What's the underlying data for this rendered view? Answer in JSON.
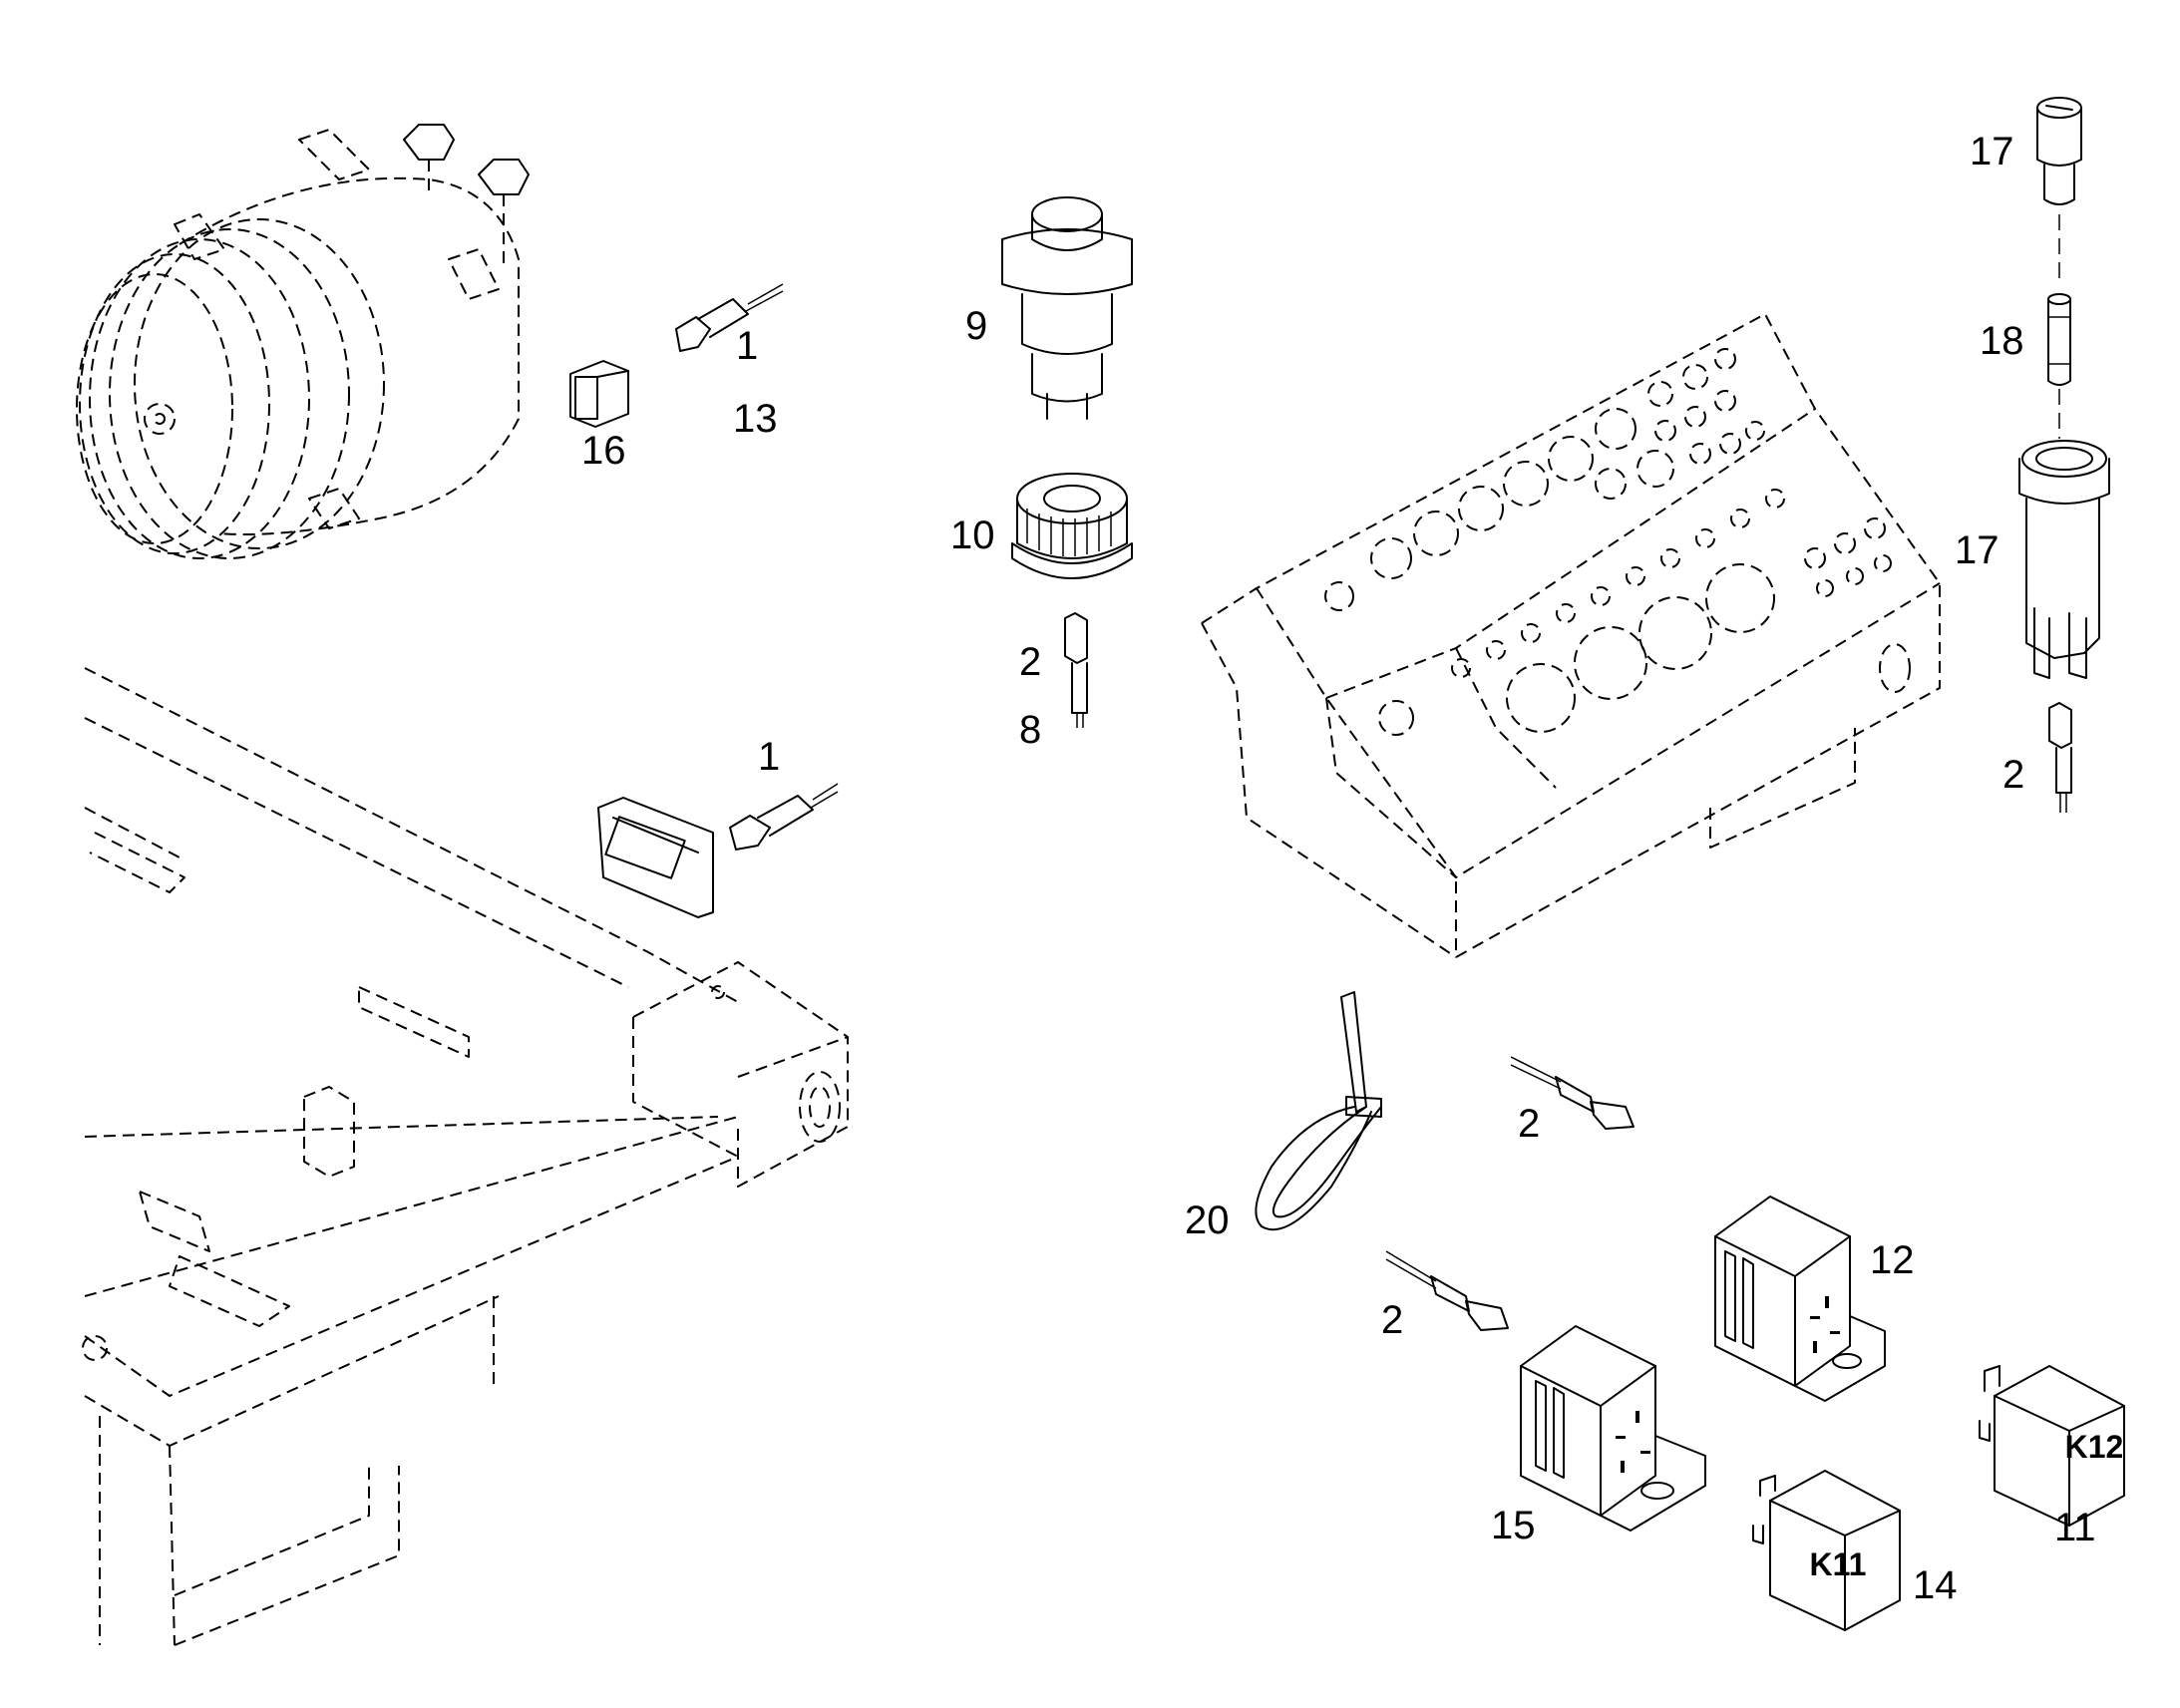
{
  "diagram": {
    "callouts": [
      "1",
      "13",
      "16",
      "9",
      "10",
      "2",
      "8",
      "1",
      "17",
      "18",
      "17",
      "2",
      "20",
      "2",
      "2",
      "12",
      "15",
      "14",
      "11"
    ],
    "relay_labels": [
      "K11",
      "K12"
    ]
  }
}
